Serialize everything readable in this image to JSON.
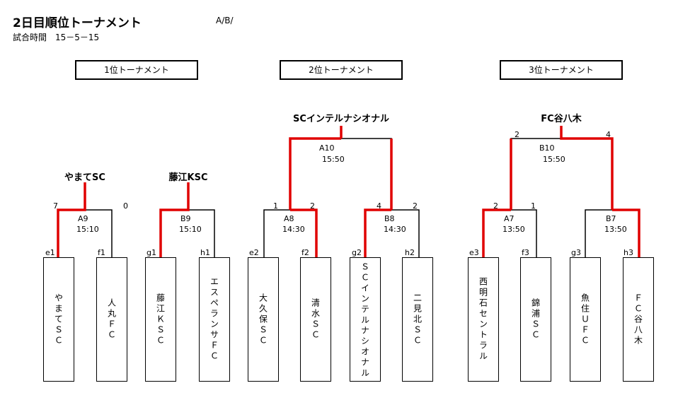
{
  "title": "2日目順位トーナメント",
  "group_tag": "A/B/",
  "match_time": "試合時間　15－5－15",
  "brackets": [
    {
      "label": "1位トーナメント"
    },
    {
      "label": "2位トーナメント"
    },
    {
      "label": "3位トーナメント"
    }
  ],
  "finals_winners": {
    "a9": "やまてSC",
    "b9": "藤江KSC",
    "b2_final": "SCインテルナシオナル",
    "b3_final": "FC谷八木"
  },
  "matches": {
    "a9": {
      "id": "A9",
      "time": "15:10",
      "score_left": "7",
      "score_right": "0"
    },
    "b9": {
      "id": "B9",
      "time": "15:10"
    },
    "a8": {
      "id": "A8",
      "time": "14:30",
      "score_left": "1",
      "score_right": "2"
    },
    "b8": {
      "id": "B8",
      "time": "14:30",
      "score_left": "4",
      "score_right": "2"
    },
    "a10": {
      "id": "A10",
      "time": "15:50"
    },
    "a7": {
      "id": "A7",
      "time": "13:50",
      "score_left": "2",
      "score_right": "1"
    },
    "b7": {
      "id": "B7",
      "time": "13:50"
    },
    "b10": {
      "id": "B10",
      "time": "15:50",
      "score_left": "2",
      "score_right": "4"
    }
  },
  "teams": [
    {
      "slot": "e1",
      "name": "やまてＳＣ"
    },
    {
      "slot": "f1",
      "name": "人丸ＦＣ"
    },
    {
      "slot": "g1",
      "name": "藤江ＫＳＣ"
    },
    {
      "slot": "h1",
      "name": "エスペランサＦＣ"
    },
    {
      "slot": "e2",
      "name": "大久保ＳＣ"
    },
    {
      "slot": "f2",
      "name": "清水ＳＣ"
    },
    {
      "slot": "g2",
      "name": "ＳＣインテルナシオナル"
    },
    {
      "slot": "h2",
      "name": "二見北ＳＣ"
    },
    {
      "slot": "e3",
      "name": "西明石セントラル"
    },
    {
      "slot": "f3",
      "name": "錦浦ＳＣ"
    },
    {
      "slot": "g3",
      "name": "魚住ＵＦＣ"
    },
    {
      "slot": "h3",
      "name": "ＦＣ谷八木"
    }
  ],
  "colors": {
    "winner_line": "#e00000",
    "line": "#000000"
  }
}
